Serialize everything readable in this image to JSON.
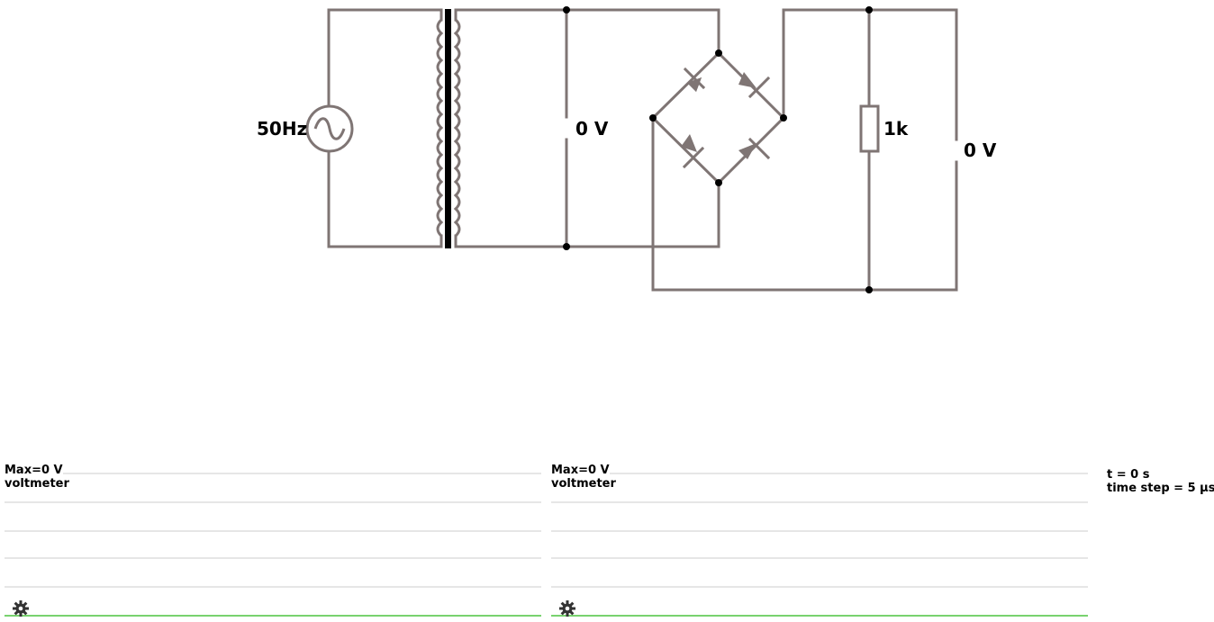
{
  "colors": {
    "wire": "#7f7574",
    "node": "#000000",
    "grid": "#e6e6e6",
    "baseline": "#78d26e"
  },
  "circuit": {
    "source_label": "50Hz",
    "voltmeter1_label": "0 V",
    "resistor_label": "1k",
    "voltmeter2_label": "0 V"
  },
  "scopes": [
    {
      "max_label": "Max=0 V",
      "name_label": "voltmeter",
      "settings_icon": "gear-icon"
    },
    {
      "max_label": "Max=0 V",
      "name_label": "voltmeter",
      "settings_icon": "gear-icon"
    }
  ],
  "sim_info": {
    "time": "t = 0 s",
    "time_step": "time step = 5 µs"
  }
}
